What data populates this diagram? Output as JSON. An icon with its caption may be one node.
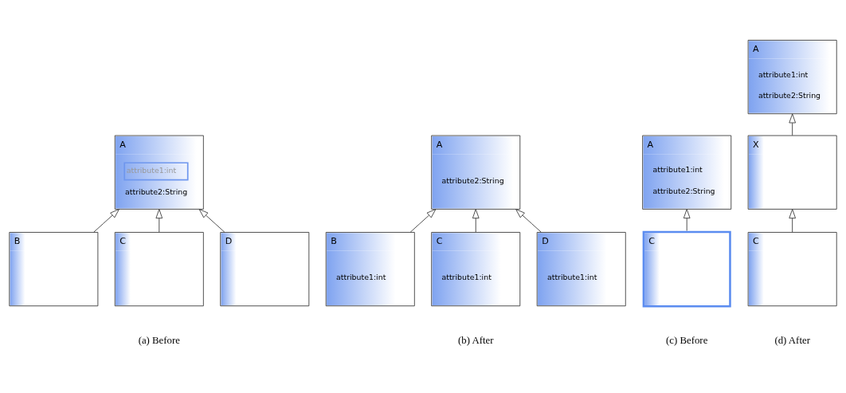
{
  "diagram": {
    "nodes": [
      {
        "text": [
          "A",
          "attribute1:int",
          "attribute2:String"
        ]
      },
      {
        "text": [
          "B"
        ]
      },
      {
        "text": [
          "C"
        ]
      },
      {
        "text": [
          "D"
        ]
      },
      {
        "text": [
          "A",
          "attribute2:String"
        ]
      },
      {
        "text": [
          "B",
          "attribute1:int"
        ]
      },
      {
        "text": [
          "C",
          "attribute1:int"
        ]
      },
      {
        "text": [
          "D",
          "attribute1:int"
        ]
      },
      {
        "text": [
          "A",
          "attribute1:int",
          "attribute2:String"
        ]
      },
      {
        "text": [
          "C"
        ]
      },
      {
        "text": [
          "A",
          "attribute1:int",
          "attribute2:String"
        ]
      },
      {
        "text": [
          "X"
        ]
      },
      {
        "text": [
          "C"
        ]
      }
    ],
    "edges": [
      {
        "from": 1,
        "to": 0,
        "arrow": "to"
      },
      {
        "from": 2,
        "to": 0,
        "arrow": "to"
      },
      {
        "from": 3,
        "to": 0,
        "arrow": "to"
      },
      {
        "from": 5,
        "to": 4,
        "arrow": "to"
      },
      {
        "from": 6,
        "to": 4,
        "arrow": "to"
      },
      {
        "from": 7,
        "to": 4,
        "arrow": "to"
      },
      {
        "from": 9,
        "to": 8,
        "arrow": "to"
      },
      {
        "from": 11,
        "to": 10,
        "arrow": "to"
      },
      {
        "from": 12,
        "to": 11,
        "arrow": "to"
      }
    ],
    "labels": [
      "(a) Before",
      "(b) After",
      "(c) Before",
      "(d) After"
    ]
  }
}
